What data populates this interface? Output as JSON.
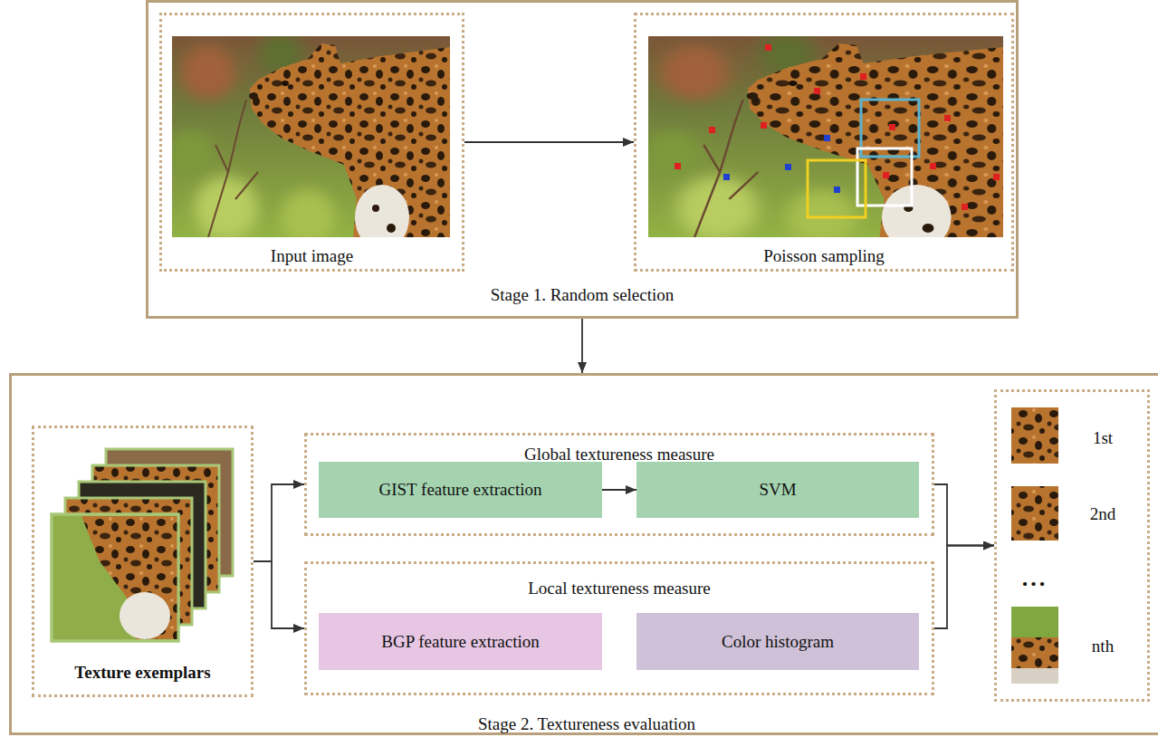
{
  "diagram": {
    "nodes": [
      {
        "text": [
          "Stage 1. Random selection"
        ]
      },
      {
        "text": [
          "Input image"
        ],
        "in": 0
      },
      {
        "text": [
          "Poisson sampling"
        ],
        "in": 0
      },
      {
        "text": [
          "Stage 2. Textureness evaluation"
        ]
      },
      {
        "text": [
          "Texture exemplars"
        ],
        "in": 3
      },
      {
        "text": [
          "Global textureness measure"
        ],
        "in": 3
      },
      {
        "text": [
          "GIST feature extraction"
        ],
        "in": 5
      },
      {
        "text": [
          "SVM"
        ],
        "in": 5
      },
      {
        "text": [
          "Local textureness measure"
        ],
        "in": 3
      },
      {
        "text": [
          "BGP feature extraction"
        ],
        "in": 8
      },
      {
        "text": [
          "Color histogram"
        ],
        "in": 8
      },
      {
        "text": [
          "1st",
          "2nd",
          "nth"
        ],
        "in": 3
      }
    ],
    "edges": [
      {
        "from": 1,
        "to": 2,
        "arrow": "to"
      },
      {
        "from": 0,
        "to": 3,
        "arrow": "to"
      },
      {
        "from": 4,
        "to": 5,
        "arrow": "to"
      },
      {
        "from": 4,
        "to": 8,
        "arrow": "to"
      },
      {
        "from": 6,
        "to": 7,
        "arrow": "to"
      },
      {
        "from": 5,
        "to": 11,
        "arrow": "to"
      },
      {
        "from": 8,
        "to": 11,
        "arrow": "to"
      }
    ],
    "labels": [
      "..."
    ]
  }
}
